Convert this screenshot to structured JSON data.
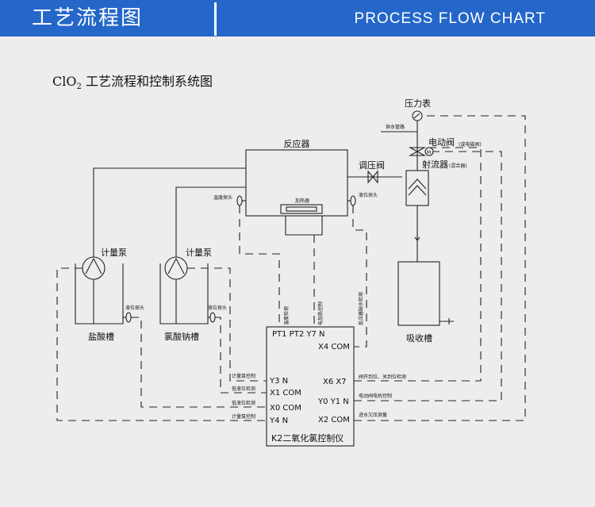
{
  "header": {
    "title_cn": "工艺流程图",
    "title_en": "PROCESS FLOW CHART"
  },
  "diagram": {
    "headline_prefix": "ClO",
    "headline_sub": "2",
    "headline_suffix": " 工艺流程和控制系统图",
    "labels": {
      "pressure_gauge": "压力表",
      "water_pipe": "供水管路",
      "electric_valve": "电动阀",
      "electric_valve_note": "(或电磁阀)",
      "ejector": "射流器",
      "ejector_note": "(混合器)",
      "reactor": "反应器",
      "pressure_valve": "调压阀",
      "temp_probe": "温度探头",
      "level_probe_reactor": "液位探头",
      "heater": "加热器",
      "metering_pump_left": "计量泵",
      "metering_pump_right": "计量泵",
      "hcl_tank": "盐酸槽",
      "chlorate_tank": "氯酸钠槽",
      "level_probe_hcl": "液位探头",
      "level_probe_chlorate": "液位探头",
      "absorption_tank": "吸收槽",
      "temp_detect": "温度检测",
      "heater_control": "电加热控制",
      "reactor_alarm": "反应器缺水检测",
      "pump_control_1": "计量泵控制",
      "low_level_detect_1": "低液位检测",
      "low_level_detect_2": "低液位检测",
      "pump_control_2": "计量泵控制",
      "valve_signal": "阀开到位、关到位检测",
      "valve_motor_control": "电动阀电机控制",
      "inlet_pressure": "进水欠压测量"
    },
    "controller": {
      "top_terms": "PT1 PT2 Y7 N",
      "x4": "X4 COM",
      "y3": "Y3 N",
      "x1": "X1 COM",
      "x0": "X0 COM",
      "y4": "Y4 N",
      "x6x7": "X6 X7",
      "y0y1": "Y0 Y1 N",
      "x2": "X2 COM",
      "name": "K2二氧化氯控制仪"
    }
  }
}
